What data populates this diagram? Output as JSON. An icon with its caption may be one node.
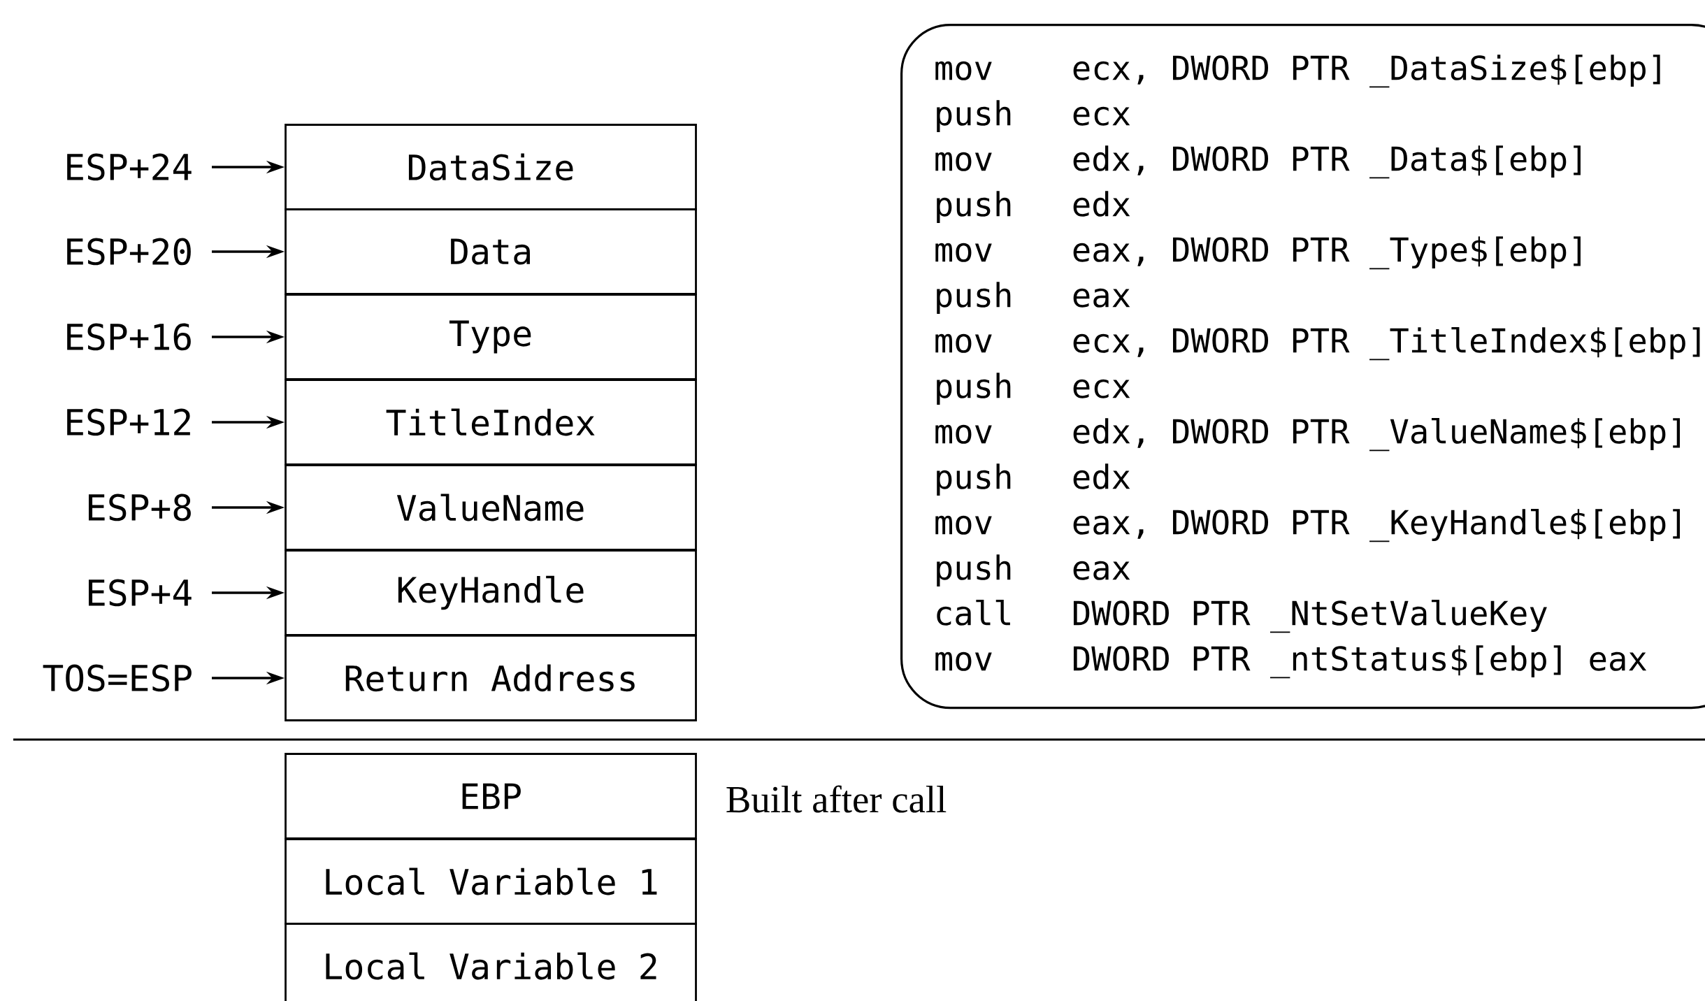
{
  "diagram": {
    "nodes": [
      {
        "text": [
          "ESP+24"
        ]
      },
      {
        "text": [
          "DataSize"
        ]
      },
      {
        "text": [
          "ESP+20"
        ]
      },
      {
        "text": [
          "Data"
        ]
      },
      {
        "text": [
          "ESP+16"
        ]
      },
      {
        "text": [
          "Type"
        ]
      },
      {
        "text": [
          "ESP+12"
        ]
      },
      {
        "text": [
          "TitleIndex"
        ]
      },
      {
        "text": [
          "ESP+8"
        ]
      },
      {
        "text": [
          "ValueName"
        ]
      },
      {
        "text": [
          "ESP+4"
        ]
      },
      {
        "text": [
          "KeyHandle"
        ]
      },
      {
        "text": [
          "TOS=ESP"
        ]
      },
      {
        "text": [
          "Return Address"
        ]
      },
      {
        "text": [
          "mov",
          "ecx, DWORD PTR _DataSize$[ebp]",
          "push",
          "ecx",
          "mov",
          "edx, DWORD PTR _Data$[ebp]",
          "push",
          "edx",
          "mov",
          "eax, DWORD PTR _Type$[ebp]",
          "push",
          "eax",
          "mov",
          "ecx, DWORD PTR _TitleIndex$[ebp]",
          "push",
          "ecx",
          "mov",
          "edx, DWORD PTR _ValueName$[ebp]",
          "push",
          "edx",
          "mov",
          "eax, DWORD PTR _KeyHandle$[ebp]",
          "push",
          "eax",
          "call",
          "DWORD PTR _NtSetValueKey",
          "mov",
          "DWORD PTR _ntStatus$[ebp] eax"
        ]
      },
      {
        "text": [
          "EBP"
        ]
      },
      {
        "text": [
          "Local Variable 1"
        ]
      },
      {
        "text": [
          "Local Variable 2"
        ]
      }
    ],
    "edges": [
      {
        "from": 0,
        "to": 1,
        "arrow": "to"
      },
      {
        "from": 2,
        "to": 3,
        "arrow": "to"
      },
      {
        "from": 4,
        "to": 5,
        "arrow": "to"
      },
      {
        "from": 6,
        "to": 7,
        "arrow": "to"
      },
      {
        "from": 8,
        "to": 9,
        "arrow": "to"
      },
      {
        "from": 10,
        "to": 11,
        "arrow": "to"
      },
      {
        "from": 12,
        "to": 13,
        "arrow": "to"
      }
    ],
    "labels": [
      "Built after call"
    ]
  }
}
